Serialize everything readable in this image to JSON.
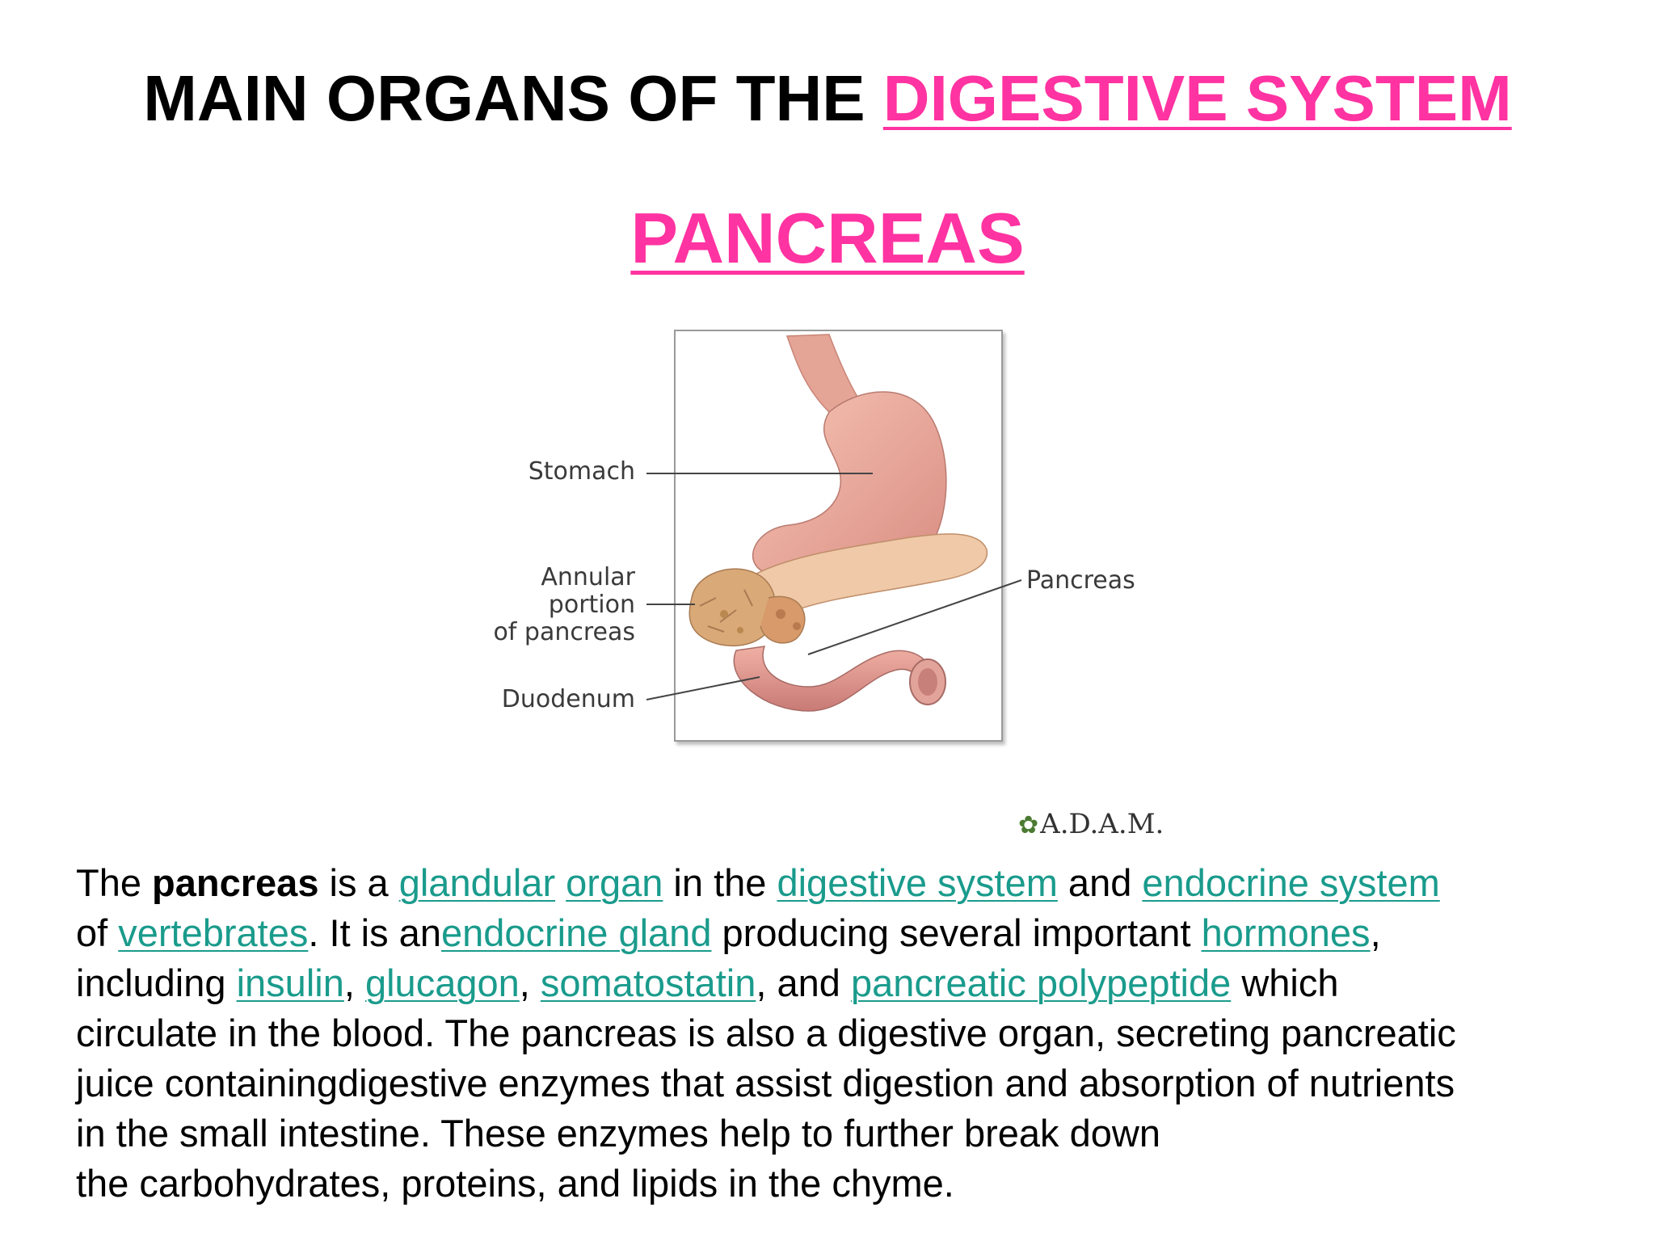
{
  "title": {
    "prefix": "MAIN ORGANS OF THE ",
    "highlight": "DIGESTIVE SYSTEM "
  },
  "subtitle": "PANCREAS",
  "figure": {
    "labels": {
      "stomach": "Stomach",
      "annular_1": "Annular",
      "annular_2": "portion",
      "annular_3": "of pancreas",
      "duodenum": "Duodenum",
      "pancreas": "Pancreas"
    },
    "credit": "A.D.A.M."
  },
  "paragraph": {
    "t1": "The ",
    "b1": "pancreas",
    "t2": " is a ",
    "l_glandular": "glandular",
    "l_organ": "organ",
    "t3": " in the ",
    "l_digestive": "digestive system",
    "t4": " and ",
    "l_endocrine_system": "endocrine system",
    "t5": " of ",
    "l_vertebrates": "vertebrates",
    "t6": ". It is an",
    "l_endocrine_gland": "endocrine gland",
    "t7": " producing several important ",
    "l_hormones": "hormones",
    "t8": ",",
    "t9": "including ",
    "l_insulin": "insulin",
    "t10": ", ",
    "l_glucagon": "glucagon",
    "t11": ", ",
    "l_somatostatin": "somatostatin",
    "t12": ", and ",
    "l_polypeptide": "pancreatic polypeptide",
    "t13": " which",
    "line4": "circulate in the blood. The pancreas is also a digestive organ, secreting pancreatic",
    "line5": "juice containingdigestive enzymes that assist digestion and absorption of nutrients",
    "line6": "in the small intestine. These enzymes help to further break down",
    "line7": "the carbohydrates, proteins, and lipids in the chyme."
  }
}
